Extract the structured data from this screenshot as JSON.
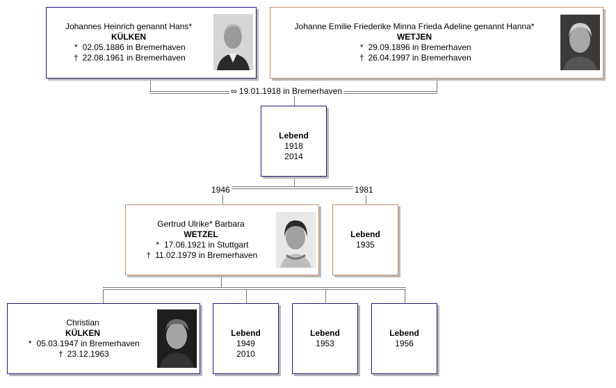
{
  "father": {
    "name": "Johannes Heinrich genannt Hans*",
    "surname": "KÜLKEN",
    "birth": "02.05.1886 in Bremerhaven",
    "death": "22.08.1961 in Bremerhaven"
  },
  "mother": {
    "name": "Johanne Emilie Friederike Minna Frieda Adeline genannt Hanna*",
    "surname": "WETJEN",
    "birth": "29.09.1896 in Bremerhaven",
    "death": "26.04.1997 in Bremerhaven"
  },
  "marriage": {
    "symbol": "∞",
    "text": "19.01.1918 in Bremerhaven"
  },
  "center": {
    "title": "Lebend",
    "line1": "1918",
    "line2": "2014"
  },
  "spouse_year_left": "1946",
  "spouse_year_right": "1981",
  "wife1": {
    "name": "Gertrud Ulrike* Barbara",
    "surname": "WETZEL",
    "birth": "17.06.1921 in Stuttgart",
    "death": "11.02.1979 in Bremerhaven"
  },
  "wife2": {
    "title": "Lebend",
    "line1": "1935"
  },
  "child1": {
    "name": "Christian",
    "surname": "KÜLKEN",
    "birth": "05.03.1947 in Bremerhaven",
    "death": "23.12.1963"
  },
  "child2": {
    "title": "Lebend",
    "line1": "1949",
    "line2": "2010"
  },
  "child3": {
    "title": "Lebend",
    "line1": "1953"
  },
  "child4": {
    "title": "Lebend",
    "line1": "1956"
  },
  "symbols": {
    "birth": "*",
    "death": "†"
  }
}
